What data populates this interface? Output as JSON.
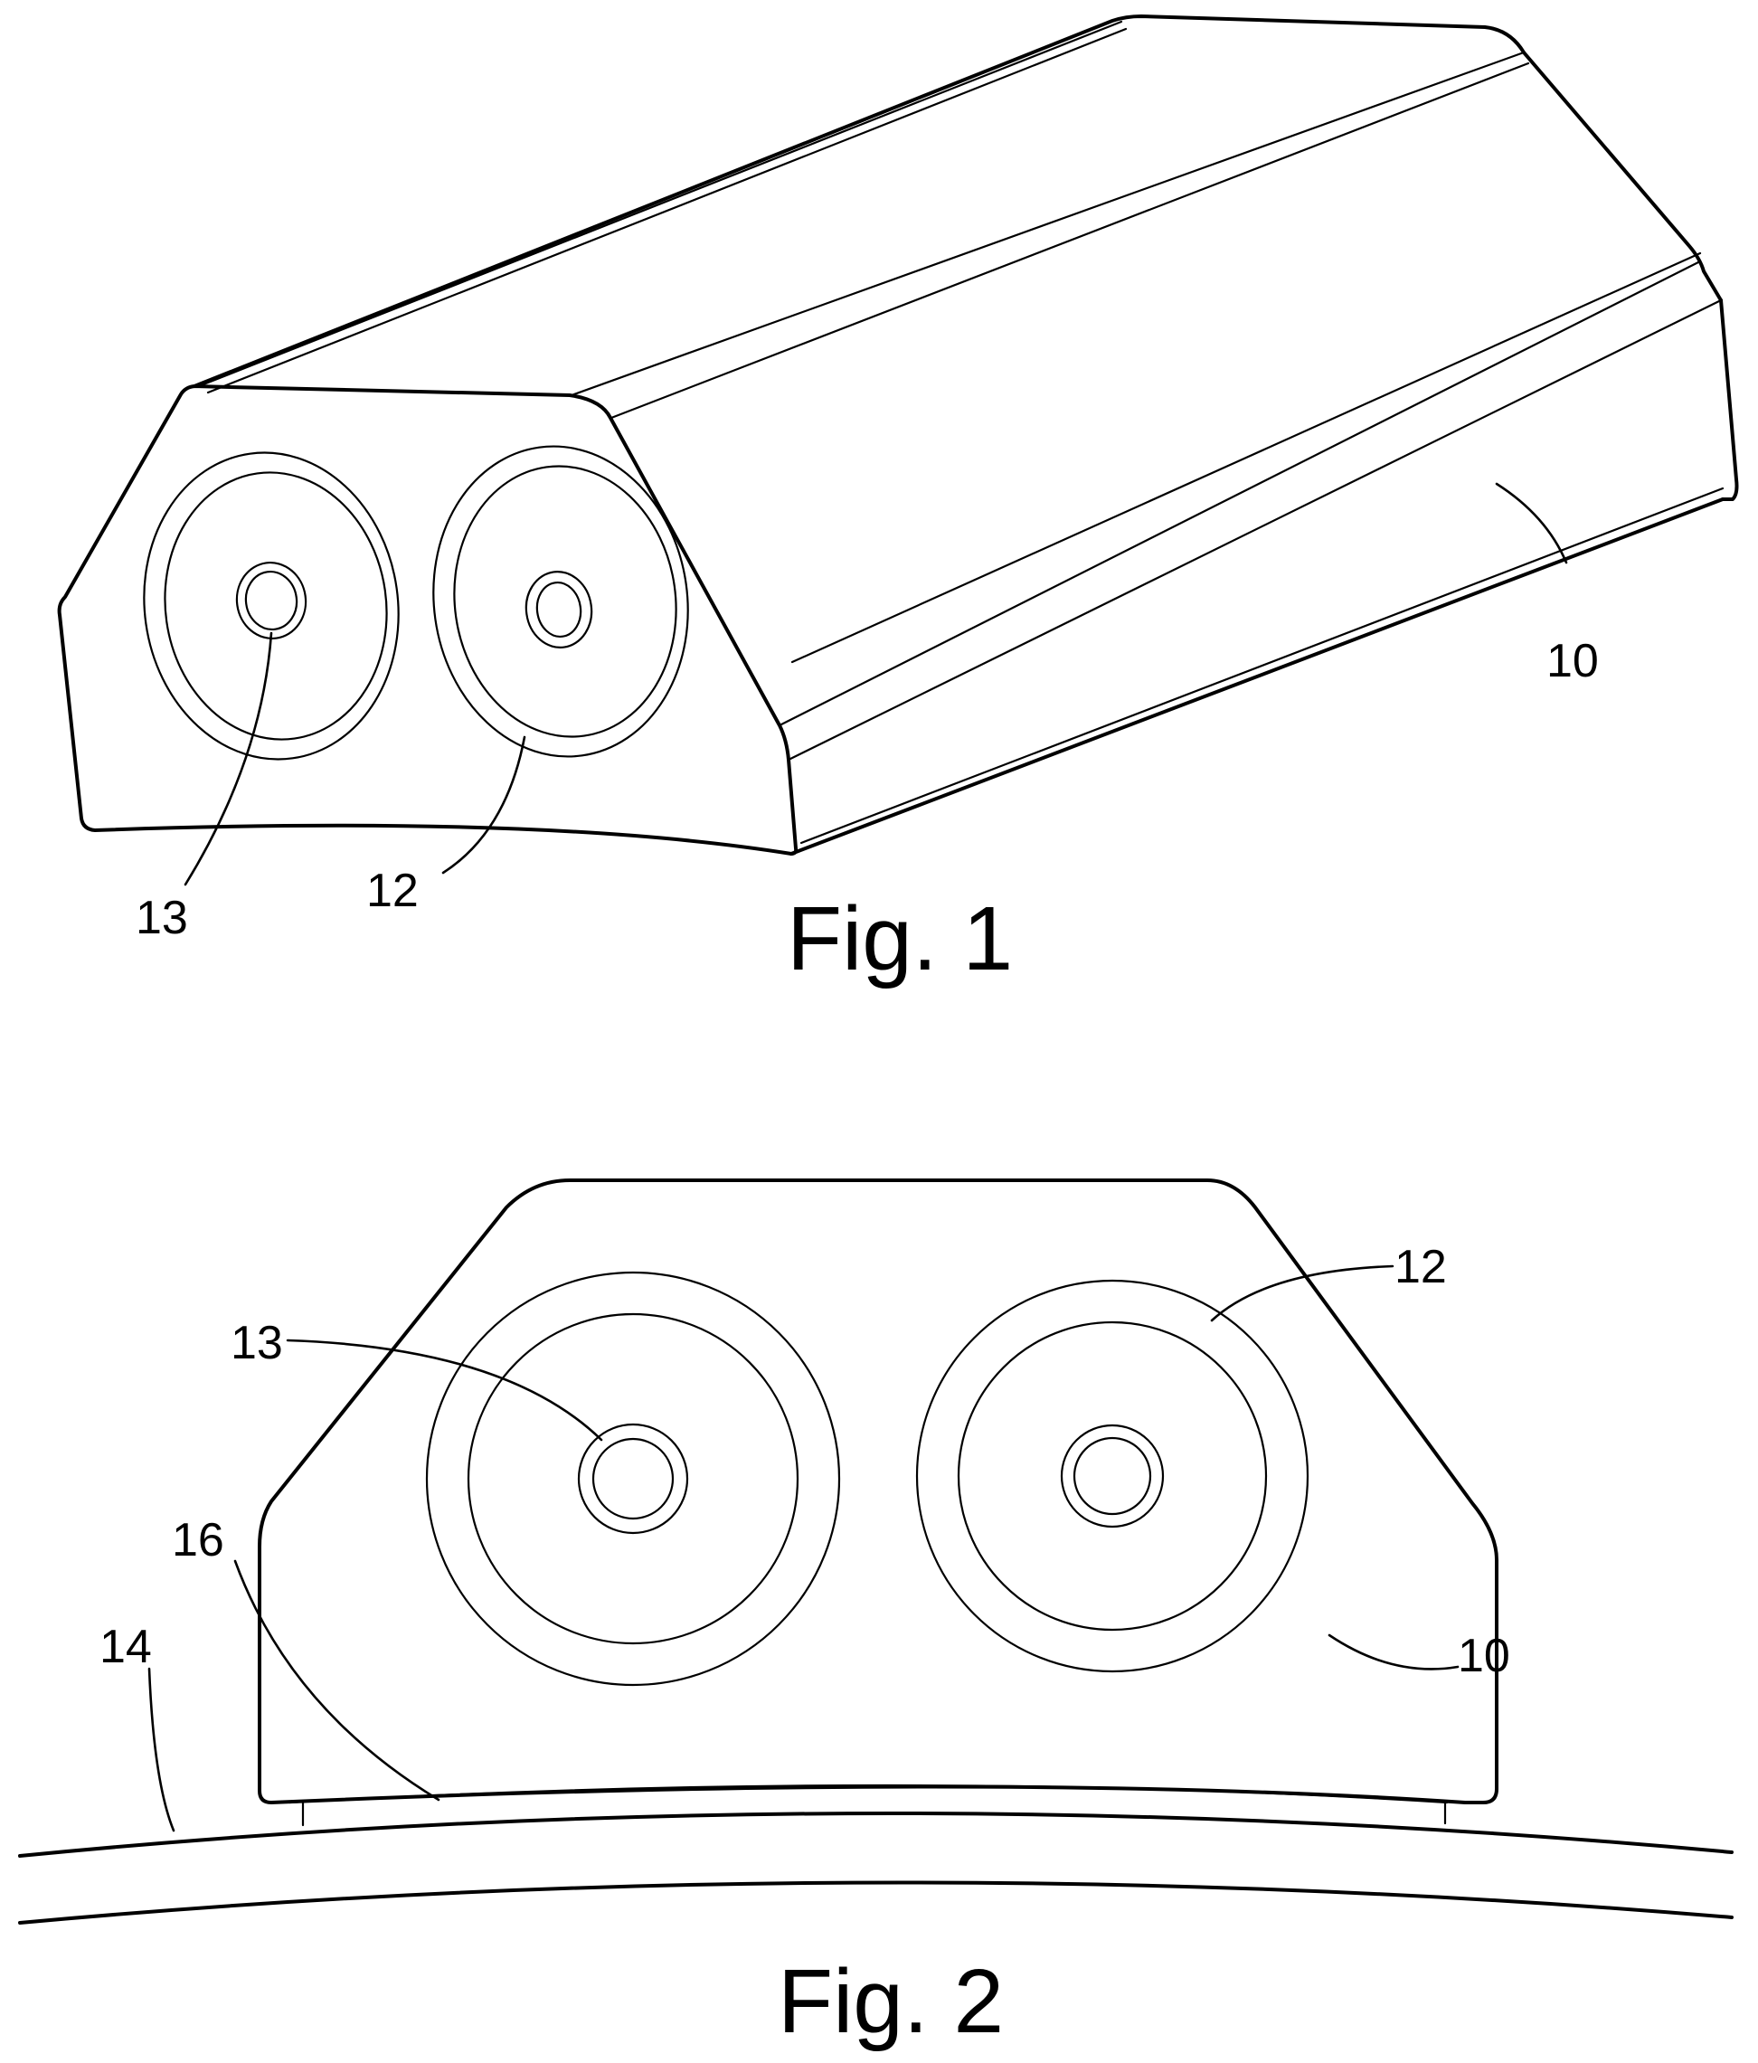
{
  "figures": [
    {
      "caption": "Fig. 1",
      "refs": {
        "body": "10",
        "outer_ring": "12",
        "inner_ring": "13"
      }
    },
    {
      "caption": "Fig. 2",
      "refs": {
        "outer_ring": "12",
        "inner_ring": "13",
        "body": "10",
        "pad": "16",
        "surface": "14"
      }
    }
  ]
}
